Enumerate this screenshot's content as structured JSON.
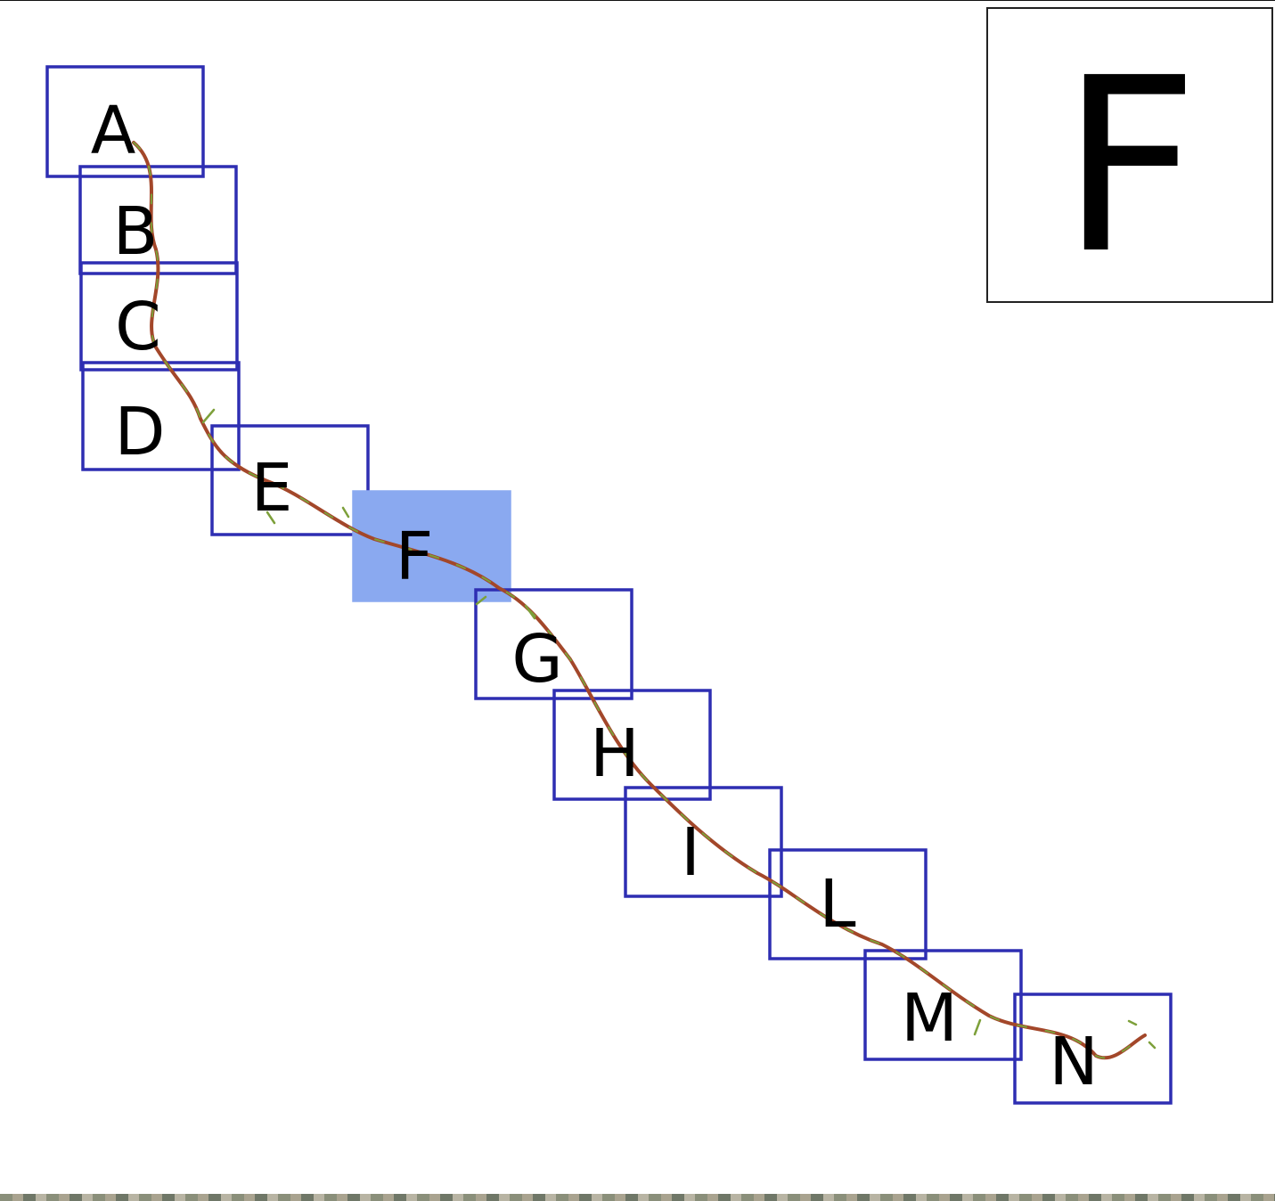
{
  "segments": [
    {
      "id": "A",
      "label": "A",
      "selected": false
    },
    {
      "id": "B",
      "label": "B",
      "selected": false
    },
    {
      "id": "C",
      "label": "C",
      "selected": false
    },
    {
      "id": "D",
      "label": "D",
      "selected": false
    },
    {
      "id": "E",
      "label": "E",
      "selected": false
    },
    {
      "id": "F",
      "label": "F",
      "selected": true
    },
    {
      "id": "G",
      "label": "G",
      "selected": false
    },
    {
      "id": "H",
      "label": "H",
      "selected": false
    },
    {
      "id": "I",
      "label": "I",
      "selected": false
    },
    {
      "id": "L",
      "label": "L",
      "selected": false
    },
    {
      "id": "M",
      "label": "M",
      "selected": false
    },
    {
      "id": "N",
      "label": "N",
      "selected": false
    }
  ],
  "current_segment_indicator": "F",
  "colors": {
    "box_outline": "#2e2eb2",
    "selected_fill": "#8aa9f0",
    "root_stem": "#a3472a",
    "root_highlight": "#7da03a"
  }
}
